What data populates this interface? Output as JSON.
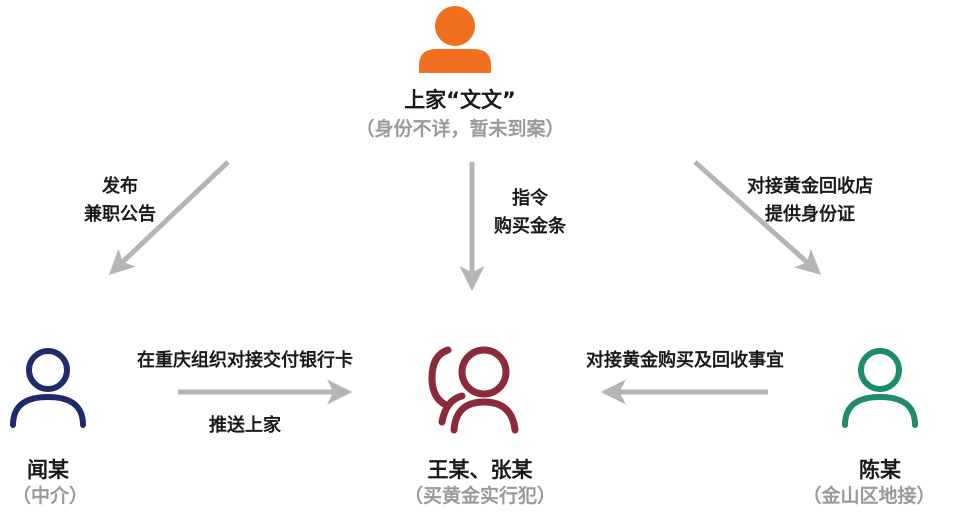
{
  "nodes": {
    "top": {
      "name": "上家“文文”",
      "role": "（身份不详，暂未到案）",
      "color": "#F07020"
    },
    "left": {
      "name": "闻某",
      "role": "（中介）",
      "color": "#1F2A6B"
    },
    "center": {
      "name": "王某、张某",
      "role": "（买黄金实行犯）",
      "color": "#8B2A3A"
    },
    "right": {
      "name": "陈某",
      "role": "（金山区地接）",
      "color": "#1E8A6E"
    }
  },
  "edges": {
    "top_left": {
      "line1": "发布",
      "line2": "兼职公告"
    },
    "top_center": {
      "line1": "指令",
      "line2": "购买金条"
    },
    "top_right": {
      "line1": "对接黄金回收店",
      "line2": "提供身份证"
    },
    "left_center": {
      "above": "在重庆组织对接交付银行卡",
      "below": "推送上家"
    },
    "right_center": {
      "above": "对接黄金购买及回收事宜"
    }
  },
  "colors": {
    "arrow": "#B5B5B5",
    "role_text": "#9A9A9A"
  }
}
